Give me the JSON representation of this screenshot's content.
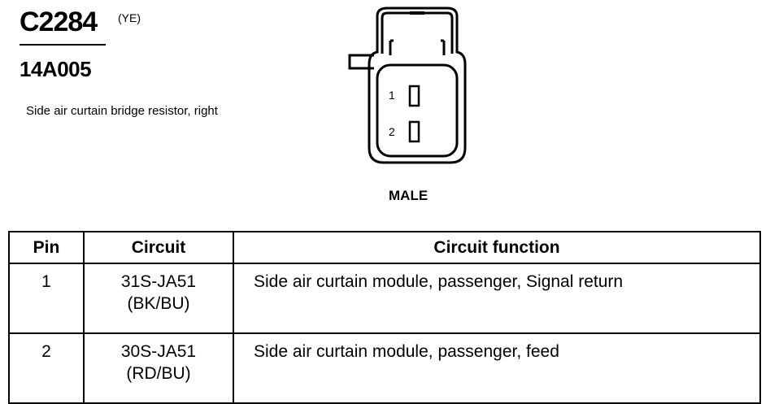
{
  "header": {
    "connector_id": "C2284",
    "color_code": "(YE)",
    "part_number": "14A005",
    "description": "Side air curtain bridge resistor, right"
  },
  "connector_view": {
    "pin_labels": [
      "1",
      "2"
    ],
    "gender": "MALE"
  },
  "pinout_table": {
    "headers": {
      "pin": "Pin",
      "circuit": "Circuit",
      "function": "Circuit function"
    },
    "rows": [
      {
        "pin": "1",
        "circuit": "31S-JA51",
        "wire_color": "(BK/BU)",
        "function": "Side air curtain module, passenger, Signal return"
      },
      {
        "pin": "2",
        "circuit": "30S-JA51",
        "wire_color": "(RD/BU)",
        "function": "Side air curtain module, passenger, feed"
      }
    ]
  }
}
